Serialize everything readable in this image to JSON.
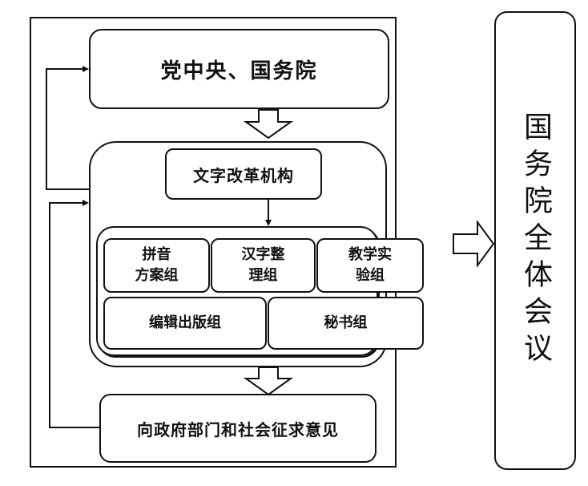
{
  "diagram": {
    "top_node": "党中央、国务院",
    "reform_body": "文字改革机构",
    "groups": [
      {
        "label": "拼音\n方案组"
      },
      {
        "label": "汉字整\n理组"
      },
      {
        "label": "教学实\n验组"
      },
      {
        "label": "编辑出版组"
      },
      {
        "label": "秘书组"
      }
    ],
    "consult_node": "向政府部门和社会征求意见",
    "right_node": "国务院全体会议"
  }
}
